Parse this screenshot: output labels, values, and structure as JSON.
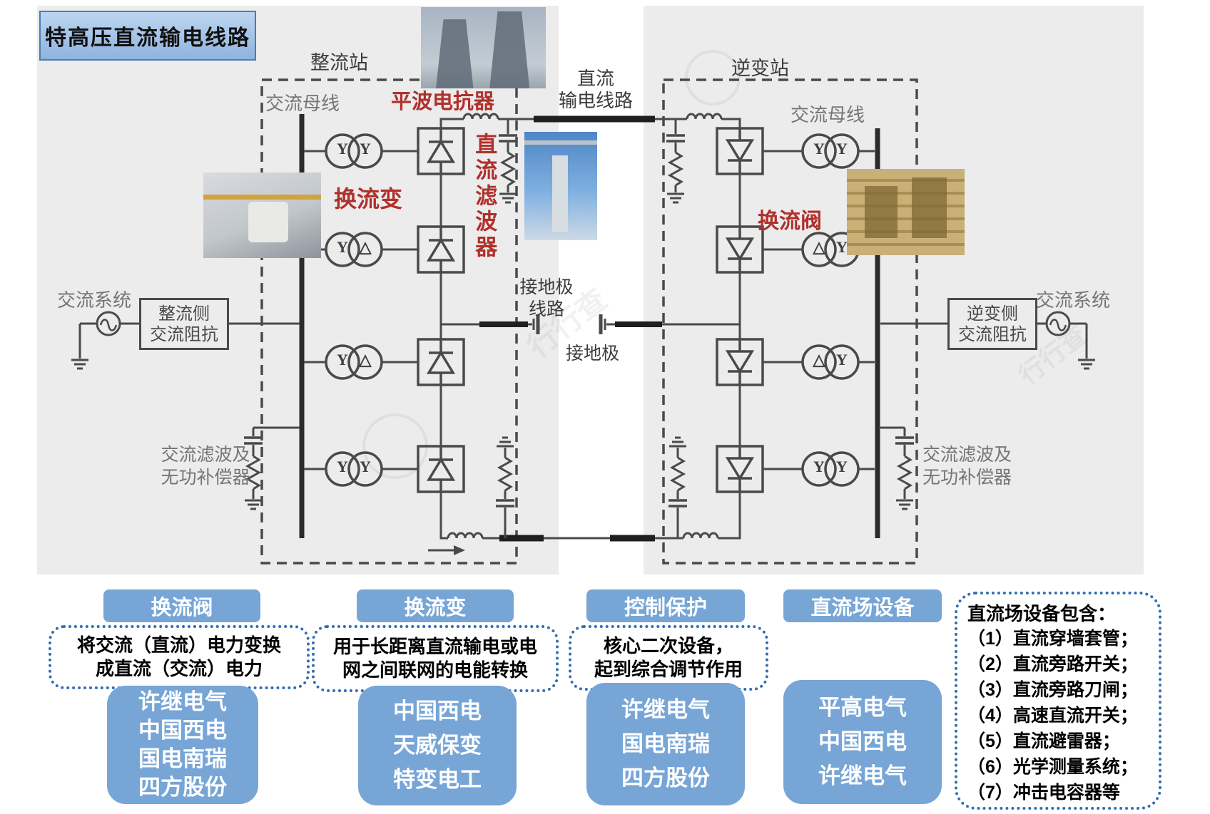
{
  "title": "特高压直流输电线路",
  "watermark_text": "行行查",
  "stations": {
    "rectifier": "整流站",
    "inverter": "逆变站"
  },
  "labels": {
    "dc_line": "直流\n输电线路",
    "ac_bus_left": "交流母线",
    "ac_bus_right": "交流母线",
    "smoothing_reactor": "平波电抗器",
    "dc_filter": "直流滤波器",
    "converter_transformer": "换流变",
    "converter_valve": "换流阀",
    "ac_system_left": "交流系统",
    "ac_system_right": "交流系统",
    "rectifier_impedance": "整流侧\n交流阻抗",
    "inverter_impedance": "逆变侧\n交流阻抗",
    "electrode_line": "接地极\n线路",
    "electrode": "接地极",
    "ac_filter_left": "交流滤波及\n无功补偿器",
    "ac_filter_right": "交流滤波及\n无功补偿器"
  },
  "transformers": {
    "left": [
      [
        "Y",
        "Y"
      ],
      [
        "Y",
        "△"
      ],
      [
        "Y",
        "△"
      ],
      [
        "Y",
        "Y"
      ]
    ],
    "right": [
      [
        "Y",
        "Y"
      ],
      [
        "△",
        "Y"
      ],
      [
        "△",
        "Y"
      ],
      [
        "Y",
        "Y"
      ]
    ]
  },
  "photos": {
    "cooling_towers": "cooling-towers-photo",
    "transformer_hall": "converter-transformer-photo",
    "tower_crane": "dc-filter-tower-photo",
    "valve_hall": "converter-valve-hall-photo"
  },
  "categories": [
    {
      "header": "换流阀",
      "description": "将交流（直流）电力变换\n成直流（交流）电力",
      "companies": [
        "许继电气",
        "中国西电",
        "国电南瑞",
        "四方股份"
      ]
    },
    {
      "header": "换流变",
      "description": "用于长距离直流输电或电\n网之间联网的电能转换",
      "companies": [
        "中国西电",
        "天威保变",
        "特变电工"
      ]
    },
    {
      "header": "控制保护",
      "description": "核心二次设备，\n起到综合调节作用",
      "companies": [
        "许继电气",
        "国电南瑞",
        "四方股份"
      ]
    },
    {
      "header": "直流场设备",
      "description": "",
      "companies": [
        "平高电气",
        "中国西电",
        "许继电气"
      ]
    }
  ],
  "dc_field_detail": {
    "title": "直流场设备包含：",
    "items": [
      "（1）直流穿墙套管；",
      "（2）直流旁路开关；",
      "（3）直流旁路刀闸；",
      "（4）高速直流开关；",
      "（5）直流避雷器；",
      "（6）光学测量系统；",
      "（7）冲击电容器等"
    ]
  },
  "colors": {
    "accent_blue": "#76a5d6",
    "dotted_border": "#2f6db5",
    "red_label": "#b0302c",
    "panel_gray": "#ececec",
    "line": "#4a4a4a"
  }
}
